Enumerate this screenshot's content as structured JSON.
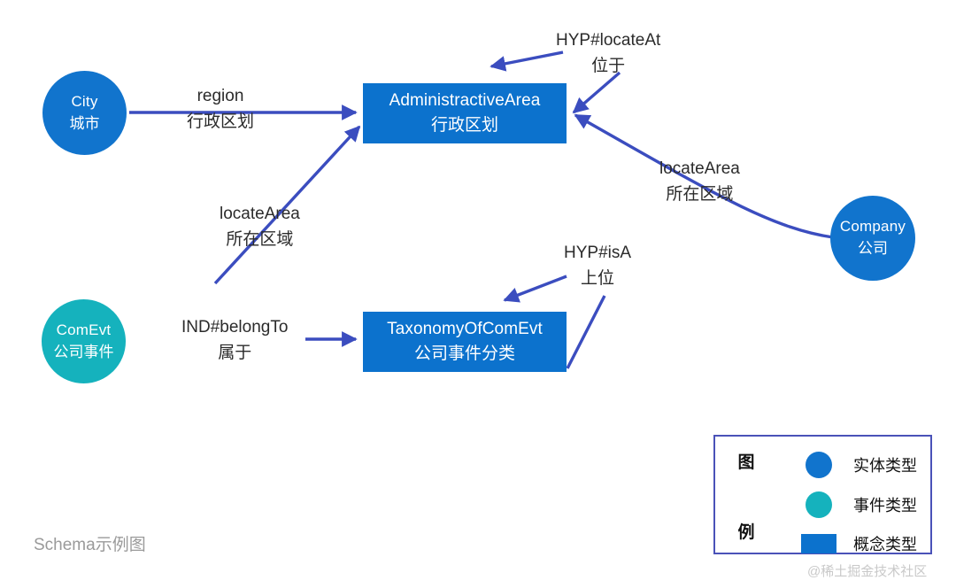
{
  "diagram": {
    "caption": "Schema示例图",
    "watermark": "@稀土掘金技术社区",
    "colors": {
      "entity_blue": "#1174cd",
      "event_teal": "#15b2bd",
      "concept_blue": "#0c72cd",
      "edge_blue": "#3b4dbf",
      "legend_border": "#4a52b8",
      "label_text": "#2b2b2b",
      "caption_gray": "#9a9a9a",
      "watermark_gray": "#c9c9c9",
      "background": "#ffffff"
    },
    "nodes": [
      {
        "id": "city",
        "shape": "circle",
        "type": "entity",
        "en": "City",
        "cn": "城市"
      },
      {
        "id": "comevt",
        "shape": "circle",
        "type": "event",
        "en": "ComEvt",
        "cn": "公司事件"
      },
      {
        "id": "company",
        "shape": "circle",
        "type": "entity",
        "en": "Company",
        "cn": "公司"
      },
      {
        "id": "adminarea",
        "shape": "rect",
        "type": "concept",
        "en": "AdministractiveArea",
        "cn": "行政区划"
      },
      {
        "id": "taxonomy",
        "shape": "rect",
        "type": "concept",
        "en": "TaxonomyOfComEvt",
        "cn": "公司事件分类"
      }
    ],
    "edges": [
      {
        "id": "region",
        "from": "city",
        "to": "adminarea",
        "en": "region",
        "cn": "行政区划"
      },
      {
        "id": "locatearea1",
        "from": "comevt",
        "to": "adminarea",
        "en": "locateArea",
        "cn": "所在区域"
      },
      {
        "id": "locateat",
        "from": "adminarea",
        "to": "adminarea",
        "en": "HYP#locateAt",
        "cn": "位于"
      },
      {
        "id": "locatearea2",
        "from": "company",
        "to": "adminarea",
        "en": "locateArea",
        "cn": "所在区域"
      },
      {
        "id": "belongto",
        "from": "comevt",
        "to": "taxonomy",
        "en": "IND#belongTo",
        "cn": "属于"
      },
      {
        "id": "isa",
        "from": "taxonomy",
        "to": "taxonomy",
        "en": "HYP#isA",
        "cn": "上位"
      }
    ]
  },
  "legend": {
    "title_chars": [
      "图",
      "例"
    ],
    "items": [
      {
        "shape": "circle",
        "color": "#1174cd",
        "label": "实体类型"
      },
      {
        "shape": "circle",
        "color": "#15b2bd",
        "label": "事件类型"
      },
      {
        "shape": "rect",
        "color": "#0c72cd",
        "label": "概念类型"
      }
    ]
  }
}
